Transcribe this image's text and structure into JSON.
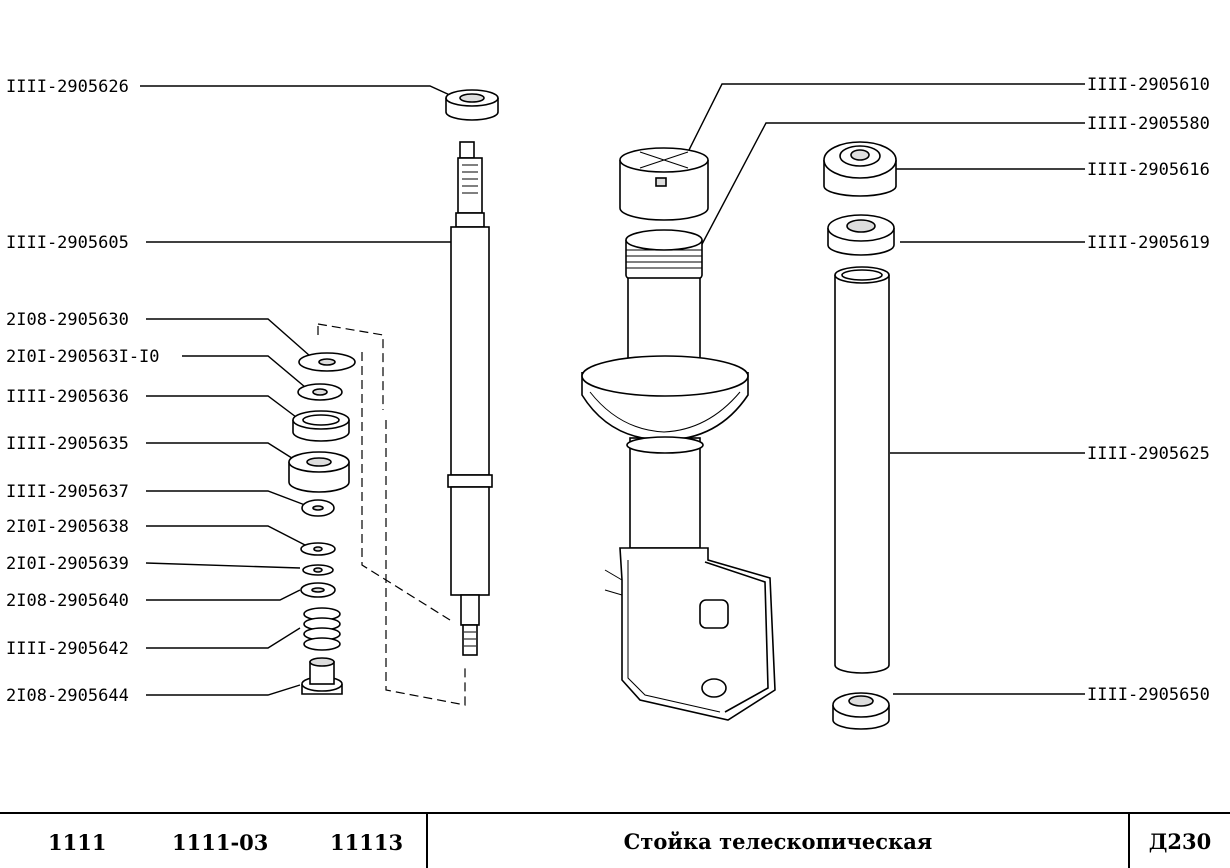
{
  "callouts": {
    "l1": "IIII-2905626",
    "l2": "IIII-2905605",
    "l3": "2I08-2905630",
    "l4": "2I0I-290563I-I0",
    "l5": "IIII-2905636",
    "l6": "IIII-2905635",
    "l7": "IIII-2905637",
    "l8": "2I0I-2905638",
    "l9": "2I0I-2905639",
    "l10": "2I08-2905640",
    "l11": "IIII-2905642",
    "l12": "2I08-2905644",
    "r1": "IIII-2905610",
    "r2": "IIII-2905580",
    "r3": "IIII-2905616",
    "r4": "IIII-2905619",
    "r5": "IIII-2905625",
    "r6": "IIII-2905650"
  },
  "titleblock": {
    "model_1": "1111",
    "model_2": "1111-03",
    "model_3": "11113",
    "name": "Стойка телескопическая",
    "sheet": "Д230"
  }
}
